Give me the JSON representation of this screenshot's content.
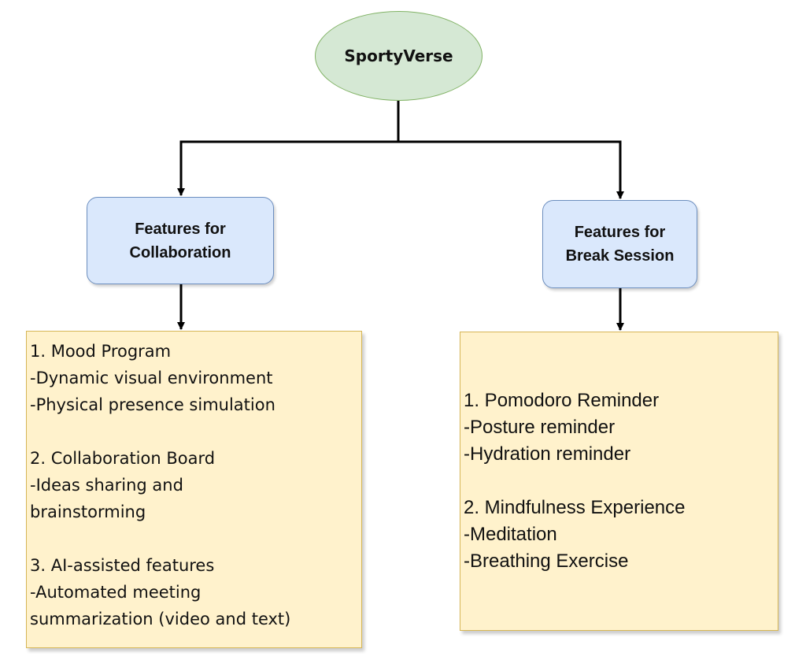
{
  "root": {
    "label": "SportyVerse"
  },
  "left_branch": {
    "title": "Features for\nCollaboration",
    "groups": [
      {
        "lines": [
          "1. Mood Program",
          "-Dynamic visual environment",
          "-Physical presence simulation"
        ]
      },
      {
        "lines": [
          "2. Collaboration Board",
          "-Ideas sharing and",
          "brainstorming"
        ]
      },
      {
        "lines": [
          "3. AI-assisted features",
          "-Automated meeting",
          "summarization (video and text)"
        ]
      }
    ]
  },
  "right_branch": {
    "title": "Features for\nBreak Session",
    "groups": [
      {
        "lines": [
          "1. Pomodoro Reminder",
          "-Posture reminder",
          "-Hydration reminder"
        ]
      },
      {
        "lines": [
          "2. Mindfulness Experience",
          "-Meditation",
          "-Breathing Exercise"
        ]
      }
    ]
  }
}
